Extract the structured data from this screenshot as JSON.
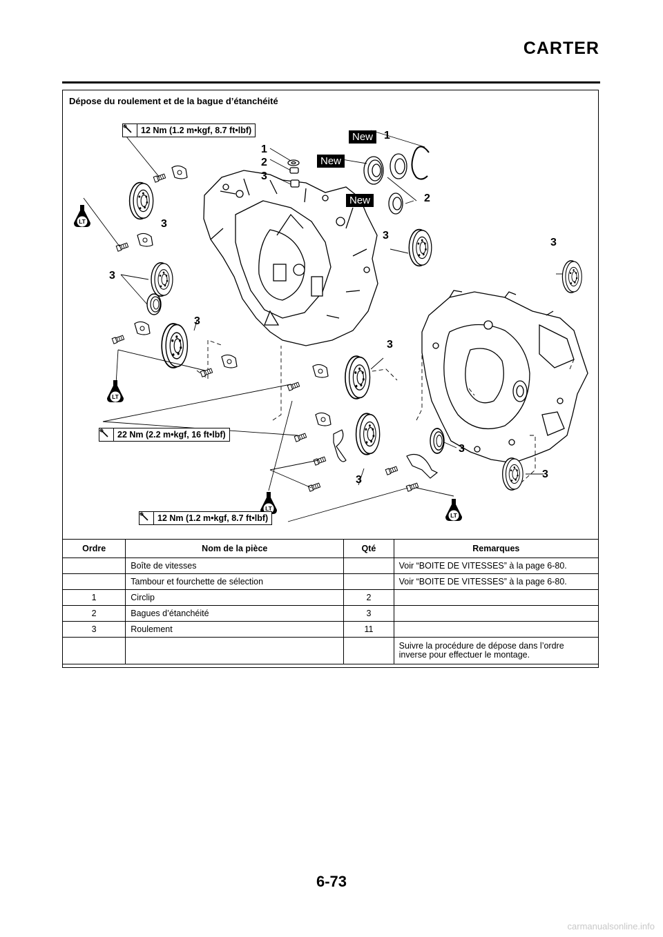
{
  "page": {
    "title": "CARTER",
    "number": "6-73",
    "watermark": "carmanualsonline.info"
  },
  "section": {
    "heading": "Dépose du roulement et de la bague d’étanchéité"
  },
  "diagram": {
    "torque_top": "12 Nm (1.2 m•kgf, 8.7 ft•lbf)",
    "torque_middle": "22 Nm (2.2 m•kgf, 16 ft•lbf)",
    "torque_bottom": "12 Nm (1.2 m•kgf, 8.7 ft•lbf)",
    "new_label": "New",
    "lt_label": "LT",
    "callout_1": "1",
    "callout_2": "2",
    "callout_3": "3"
  },
  "table": {
    "headers": [
      "Ordre",
      "Nom de la pièce",
      "Qté",
      "Remarques"
    ],
    "rows": [
      {
        "order": "",
        "name": "Boîte de vitesses",
        "qty": "",
        "remarks": "Voir “BOITE DE VITESSES” à la page 6-80."
      },
      {
        "order": "",
        "name": "Tambour et fourchette de sélection",
        "qty": "",
        "remarks": "Voir “BOITE DE VITESSES” à la page 6-80."
      },
      {
        "order": "1",
        "name": "Circlip",
        "qty": "2",
        "remarks": ""
      },
      {
        "order": "2",
        "name": "Bagues d’étanchéité",
        "qty": "3",
        "remarks": ""
      },
      {
        "order": "3",
        "name": "Roulement",
        "qty": "11",
        "remarks": ""
      },
      {
        "order": "",
        "name": "",
        "qty": "",
        "remarks": "Suivre la procédure de dépose dans l’ordre inverse pour effectuer le montage."
      }
    ]
  }
}
